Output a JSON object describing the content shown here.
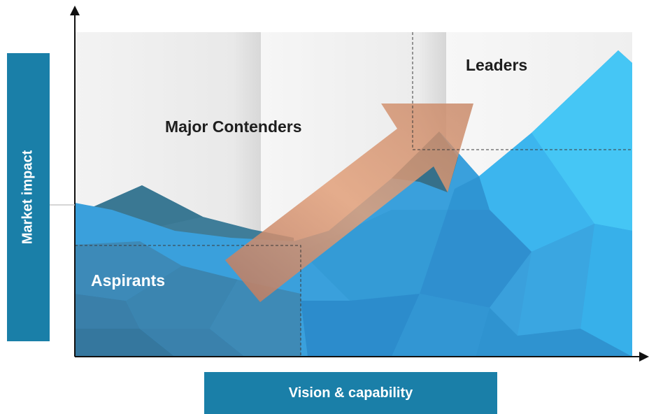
{
  "axes": {
    "y_label": "Market impact",
    "x_label": "Vision & capability"
  },
  "quadrants": {
    "leaders": "Leaders",
    "major_contenders": "Major Contenders",
    "aspirants": "Aspirants"
  },
  "colors": {
    "label_box": "#1a7fa8",
    "mountain_blue": "#3aa0dc",
    "mountain_light": "#45c6f5",
    "mountain_dark": "#2f6f8a",
    "arrow": "#d4906a",
    "background_panel": "#ececec"
  },
  "icons": {
    "y_axis_arrow": "arrow-up-icon",
    "x_axis_arrow": "arrow-right-icon",
    "trend_arrow": "diagonal-arrow-icon"
  }
}
